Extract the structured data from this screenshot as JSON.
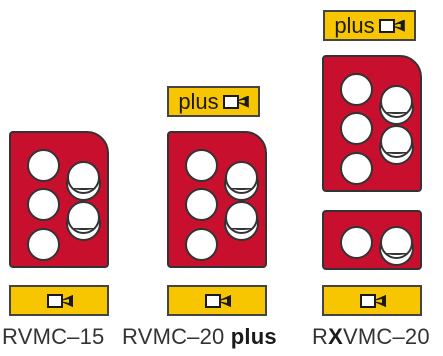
{
  "badges": {
    "plus_text": "plus"
  },
  "models": [
    {
      "name": "RVMC–15"
    },
    {
      "prefix": "RVMC–20 ",
      "suffix": "plus"
    },
    {
      "prefix": "R",
      "bold": "X",
      "suffix": "VMC–20"
    }
  ],
  "colors": {
    "panel": "#c8102e",
    "camera_bar": "#f7c600",
    "outline": "#333333"
  }
}
